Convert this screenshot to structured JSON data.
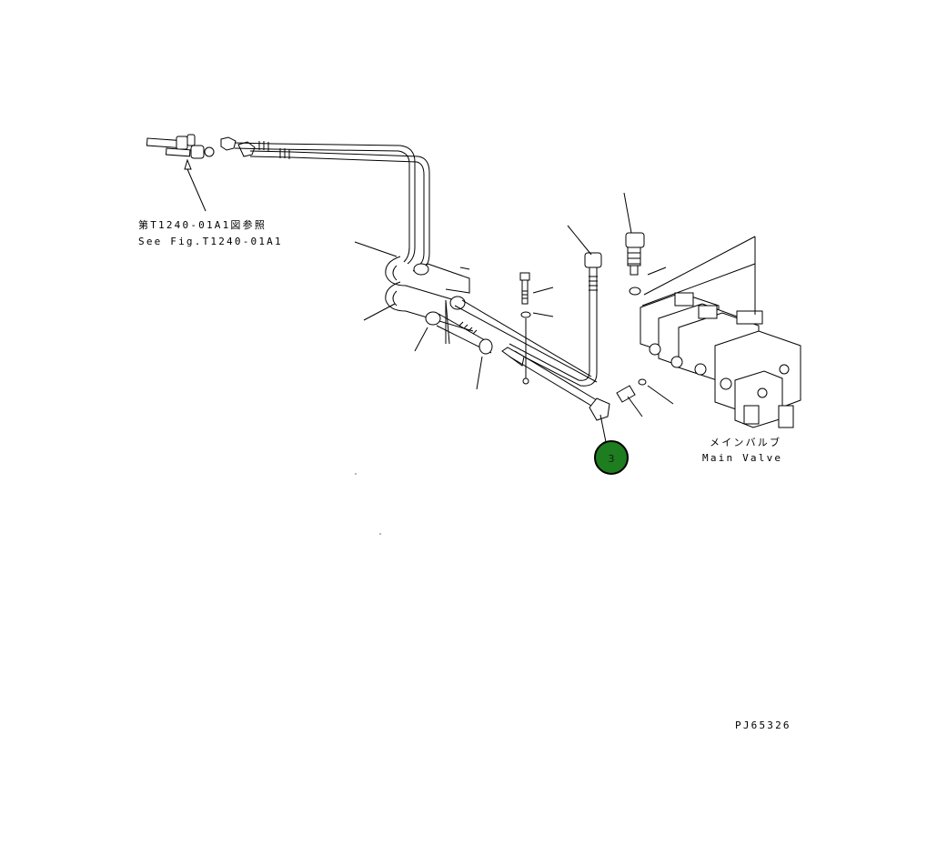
{
  "references": {
    "jp": "第T1240-01A1図参照",
    "en": "See Fig.T1240-01A1"
  },
  "main_valve": {
    "jp": "メインバルブ",
    "en": "Main Valve"
  },
  "callout": {
    "number": "3",
    "color": "#1e7d1e"
  },
  "figure_code": "PJ65326"
}
